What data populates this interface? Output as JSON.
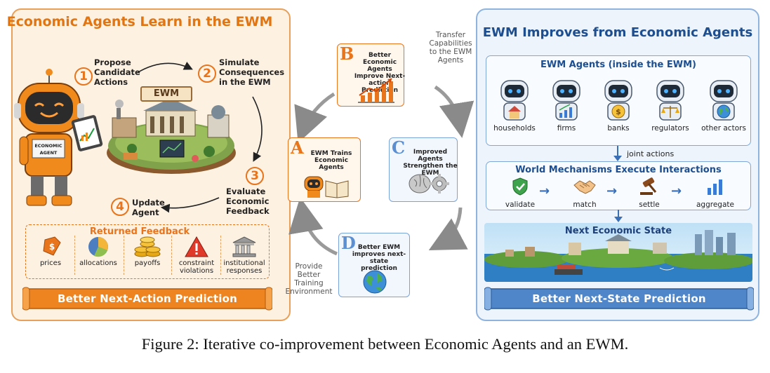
{
  "left_panel": {
    "title": "Economic Agents Learn in the EWM",
    "steps": [
      {
        "num": "1",
        "text_lines": [
          "Propose",
          "Candidate",
          "Actions"
        ]
      },
      {
        "num": "2",
        "text_lines": [
          "Simulate",
          "Consequences",
          "in the EWM"
        ]
      },
      {
        "num": "3",
        "text_lines": [
          "Evaluate",
          "Economic",
          "Feedback"
        ]
      },
      {
        "num": "4",
        "text_lines": [
          "Update",
          "Agent"
        ]
      }
    ],
    "ewm_sign": "EWM",
    "robot_badge": [
      "ECONOMIC",
      "AGENT"
    ],
    "feedback": {
      "title": "Returned Feedback",
      "items": [
        {
          "label_lines": [
            "prices"
          ],
          "icon": "price-tag-icon"
        },
        {
          "label_lines": [
            "allocations"
          ],
          "icon": "pie-chart-icon"
        },
        {
          "label_lines": [
            "payoffs"
          ],
          "icon": "coins-icon"
        },
        {
          "label_lines": [
            "constraint",
            "violations"
          ],
          "icon": "warning-icon"
        },
        {
          "label_lines": [
            "institutional",
            "responses"
          ],
          "icon": "institution-icon"
        }
      ]
    },
    "banner": "Better Next-Action Prediction"
  },
  "cycle": {
    "stages": [
      {
        "letter": "A",
        "text_lines": [
          "EWM Trains",
          "Economic Agents"
        ]
      },
      {
        "letter": "B",
        "text_lines": [
          "Better Economic",
          "Agents Improve Next-",
          "action Prediction"
        ]
      },
      {
        "letter": "C",
        "text_lines": [
          "Improved Agents",
          "Strengthen the EWM"
        ]
      },
      {
        "letter": "D",
        "text_lines": [
          "Better EWM",
          "improves next-state",
          "prediction"
        ]
      }
    ],
    "annotation_top": [
      "Transfer",
      "Capabilities",
      "to the EWM",
      "Agents"
    ],
    "annotation_bottom": [
      "Provide",
      "Better",
      "Training",
      "Environment"
    ]
  },
  "right_panel": {
    "title": "EWM Improves from Economic Agents",
    "agents_title": "EWM Agents (inside the EWM)",
    "agents": [
      {
        "label": "households",
        "icon": "house-icon"
      },
      {
        "label": "firms",
        "icon": "bar-chart-icon"
      },
      {
        "label": "banks",
        "icon": "coin-icon"
      },
      {
        "label": "regulators",
        "icon": "scales-icon"
      },
      {
        "label": "other actors",
        "icon": "globe-icon"
      }
    ],
    "joint_actions": "joint actions",
    "mechanisms_title": "World Mechanisms Execute Interactions",
    "mechanisms": [
      {
        "label": "validate",
        "icon": "shield-check-icon"
      },
      {
        "label": "match",
        "icon": "handshake-icon"
      },
      {
        "label": "settle",
        "icon": "gavel-icon"
      },
      {
        "label": "aggregate",
        "icon": "bar-chart-icon"
      }
    ],
    "next_state_title": "Next Economic State",
    "banner": "Better Next-State Prediction"
  },
  "caption": "Figure 2: Iterative co-improvement between Economic Agents and an EWM.",
  "colors": {
    "orange": "#e8741c",
    "orange_light": "#fdf1e2",
    "blue": "#1d4e8f",
    "blue_light": "#eef4fb",
    "stage_a": "#e8741c",
    "stage_b": "#e8741c",
    "stage_c": "#5b8fd1",
    "stage_d": "#5b8fd1"
  }
}
